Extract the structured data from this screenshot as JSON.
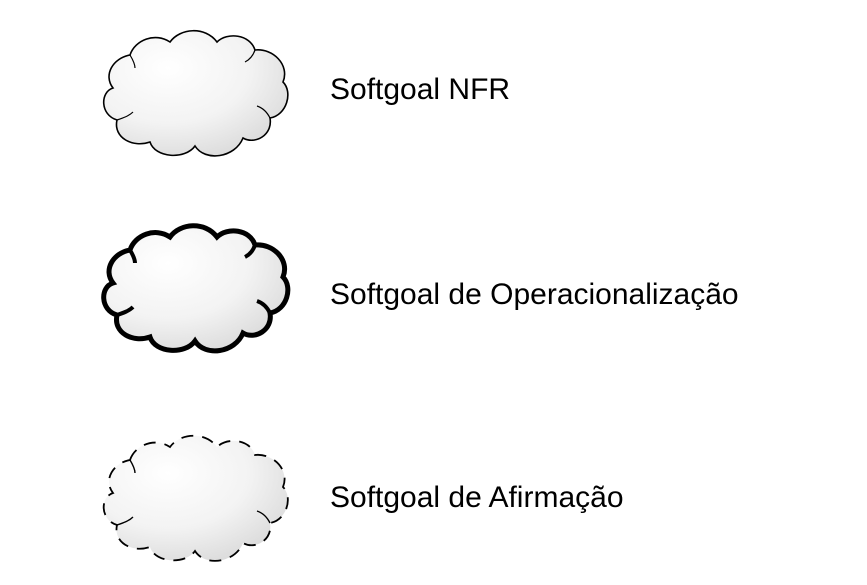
{
  "legend": {
    "items": [
      {
        "label": "Softgoal NFR",
        "icon": "cloud-thin-solid-icon",
        "stroke": "#000000",
        "style": "solid-thin"
      },
      {
        "label": "Softgoal de Operacionalização",
        "icon": "cloud-thick-solid-icon",
        "stroke": "#000000",
        "style": "solid-thick"
      },
      {
        "label": "Softgoal de Afirmação",
        "icon": "cloud-dashed-icon",
        "stroke": "#000000",
        "style": "dashed"
      }
    ]
  },
  "colors": {
    "fill_light": "#ffffff",
    "fill_shade": "#dcdcdc",
    "stroke": "#000000"
  }
}
